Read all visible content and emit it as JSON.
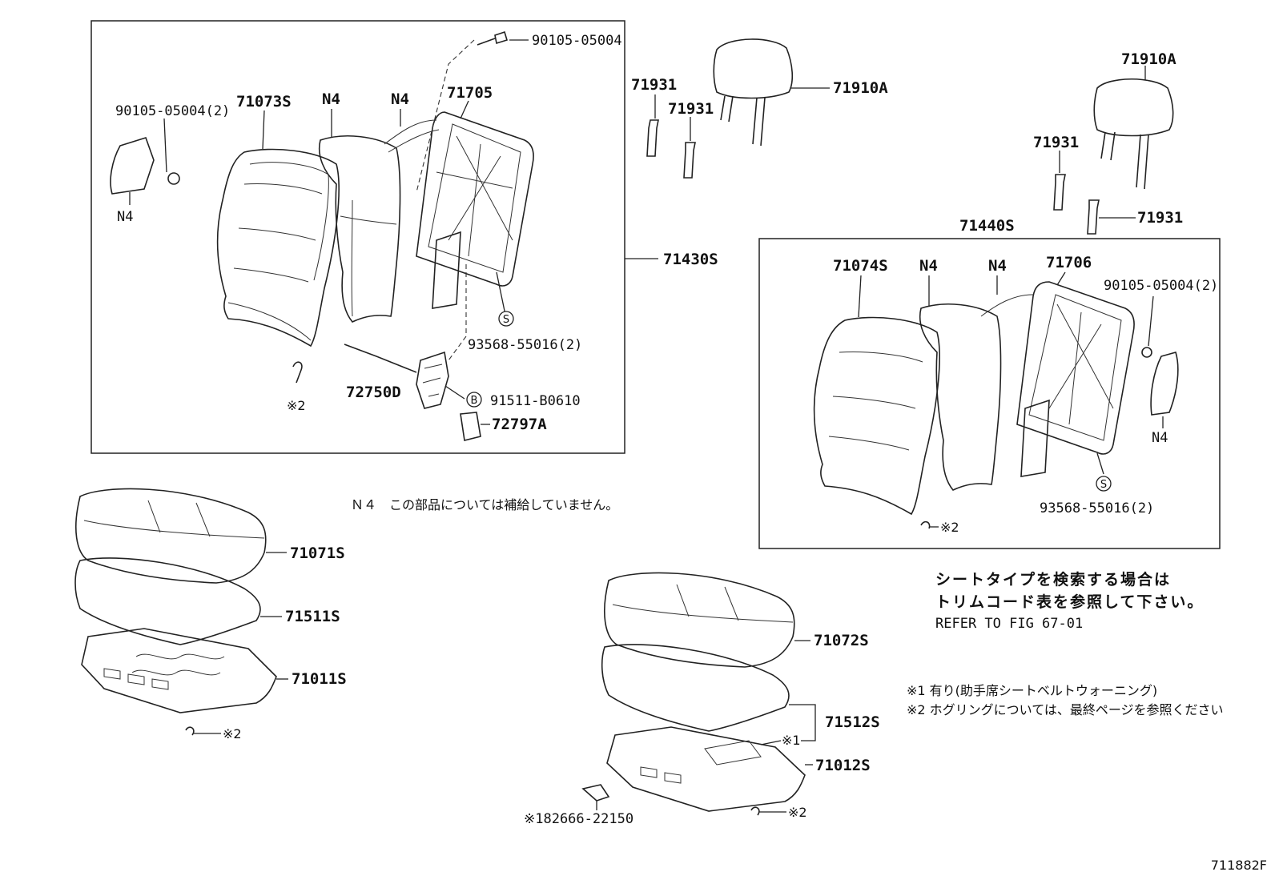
{
  "parts": {
    "p90105_top": "90105-05004",
    "p90105_left": "90105-05004(2)",
    "p71073S": "71073S",
    "n4_a": "N4",
    "n4_b": "N4",
    "p71705": "71705",
    "n4_left": "N4",
    "p71430S": "71430S",
    "p93568_left": "93568-55016(2)",
    "p72750D": "72750D",
    "p91511": "91511-B0610",
    "p72797A": "72797A",
    "ref2_left": "※2",
    "p71931_a": "71931",
    "p71931_b": "71931",
    "p71910A_a": "71910A",
    "p71910A_b": "71910A",
    "p71931_c": "71931",
    "p71931_d": "71931",
    "p71440S": "71440S",
    "p71074S": "71074S",
    "n4_c": "N4",
    "n4_d": "N4",
    "p71706": "71706",
    "p90105_right": "90105-05004(2)",
    "n4_right": "N4",
    "p93568_right": "93568-55016(2)",
    "ref2_right": "※2",
    "p71071S": "71071S",
    "p71511S": "71511S",
    "p71011S": "71011S",
    "ref2_seat_left": "※2",
    "p71072S": "71072S",
    "p71512S": "71512S",
    "ref1_seat": "※1",
    "p71012S": "71012S",
    "ref2_seat_right": "※2",
    "p82666": "※182666-22150"
  },
  "circle_marks": {
    "s_left": "S",
    "b_left": "B",
    "s_right": "S"
  },
  "notes": {
    "n4_note": "Ｎ４　この部品については補給していません。",
    "seat_type_1": "シートタイプを検索する場合は",
    "seat_type_2": "トリムコード表を参照して下さい。",
    "refer_fig": "REFER TO FIG 67-01",
    "footnote_1": "※1 有り(助手席シートベルトウォーニング)",
    "footnote_2": "※2 ホグリングについては、最終ページを参照ください"
  },
  "figure_id": "711882F"
}
